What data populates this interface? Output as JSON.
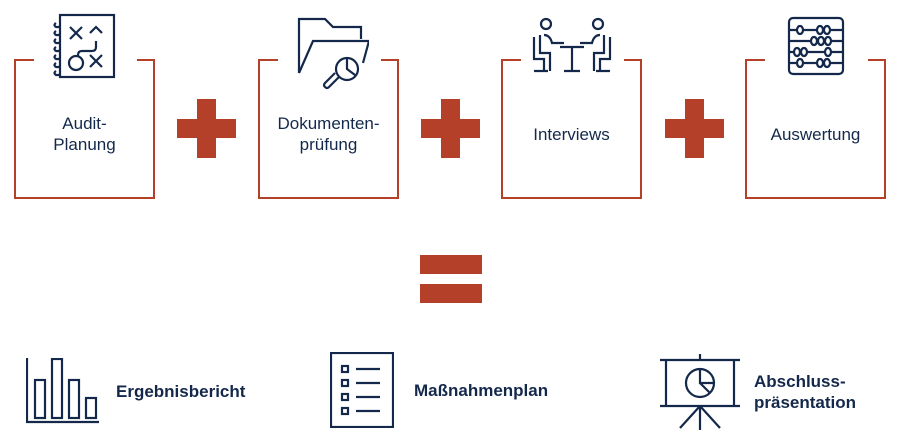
{
  "colors": {
    "accent": "#b5402a",
    "text": "#14284b",
    "background": "#ffffff"
  },
  "steps": [
    {
      "label_line1": "Audit-",
      "label_line2": "Planung",
      "icon": "strategy-notebook-icon"
    },
    {
      "label_line1": "Dokumenten-",
      "label_line2": "prüfung",
      "icon": "folder-search-icon"
    },
    {
      "label_line1": "Interviews",
      "label_line2": "",
      "icon": "interview-icon"
    },
    {
      "label_line1": "Auswertung",
      "label_line2": "",
      "icon": "abacus-icon"
    }
  ],
  "operators": {
    "plus": "+",
    "equals": "="
  },
  "results": [
    {
      "label_line1": "Ergebnisbericht",
      "label_line2": "",
      "icon": "bar-chart-icon"
    },
    {
      "label_line1": "Maßnahmenplan",
      "label_line2": "",
      "icon": "checklist-icon"
    },
    {
      "label_line1": "Abschluss-",
      "label_line2": "präsentation",
      "icon": "presentation-icon"
    }
  ]
}
